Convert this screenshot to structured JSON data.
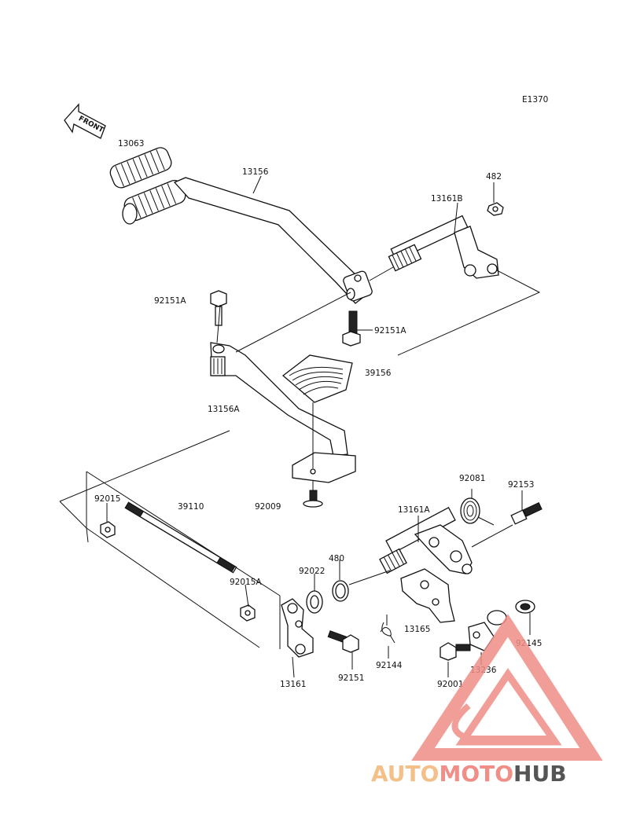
{
  "diagram_code": "E1370",
  "front_arrow_text": "FRONT",
  "parts": {
    "p13063": "13063",
    "p13156": "13156",
    "p482": "482",
    "p13161B": "13161B",
    "p92151A_top": "92151A",
    "p92151A_mid": "92151A",
    "p39156": "39156",
    "p13156A": "13156A",
    "p92081": "92081",
    "p92153": "92153",
    "p92015": "92015",
    "p39110": "39110",
    "p92009": "92009",
    "p13161A": "13161A",
    "p480": "480",
    "p92022": "92022",
    "p92015A": "92015A",
    "p13165": "13165",
    "p92145": "92145",
    "p13236": "13236",
    "p92144": "92144",
    "p92151": "92151",
    "p13161": "13161",
    "p92001": "92001"
  },
  "watermark": {
    "part1": "AUTO",
    "part2": "MOTO",
    "part3": "HUB",
    "color1": "#f3c08a",
    "color2": "#f08e87",
    "color3": "#555555"
  }
}
